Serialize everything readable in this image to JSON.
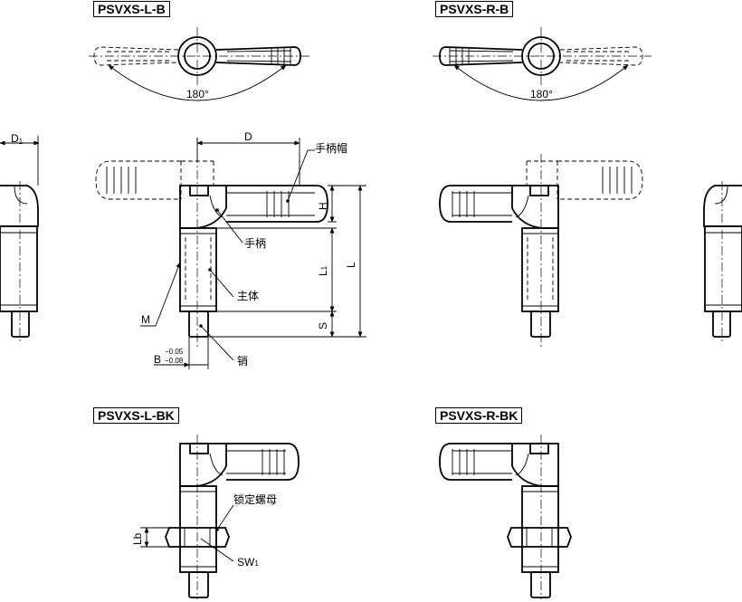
{
  "models": {
    "left_b": "PSVXS-L-B",
    "right_b": "PSVXS-R-B",
    "left_bk": "PSVXS-L-BK",
    "right_bk": "PSVXS-R-BK"
  },
  "angles": {
    "left": "180°",
    "right": "180°"
  },
  "dimensions": {
    "d1_main": "D",
    "d1_sub": "1",
    "d": "D",
    "h": "H",
    "l1_main": "L",
    "l1_sub": "1",
    "l": "L",
    "s": "S",
    "m": "M",
    "b": "B",
    "b_tol_upper": "−0.05",
    "b_tol_lower": "−0.08",
    "lb": "Lb",
    "sw1_main": "SW",
    "sw1_sub": "1"
  },
  "callouts": {
    "handle_cap": "手柄帽",
    "handle": "手柄",
    "body": "主体",
    "pin": "销",
    "lock_nut": "锁定螺母"
  }
}
